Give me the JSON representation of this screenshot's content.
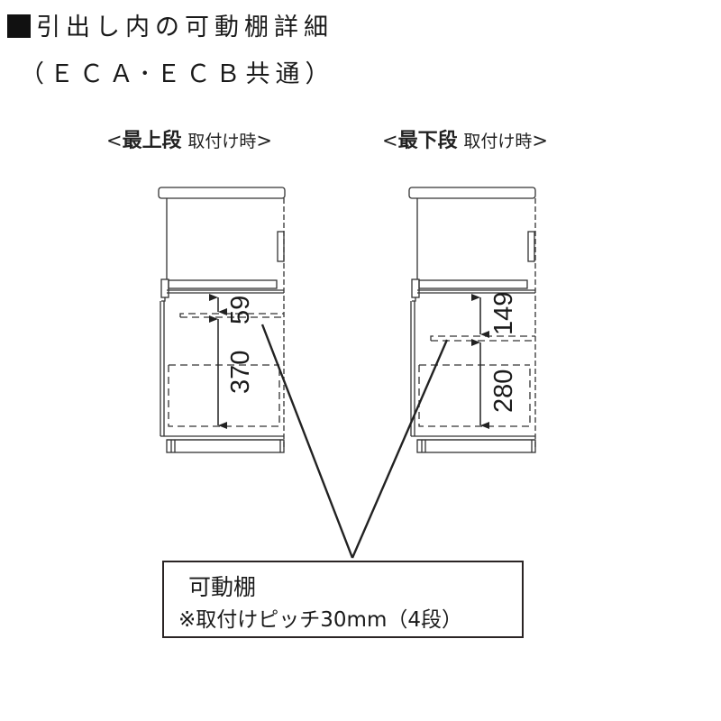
{
  "header": {
    "bullet_icon": "black-square",
    "title": "引出し内の可動棚詳細",
    "subtitle": "（ＥＣＡ･ＥＣＢ共通）"
  },
  "captions": {
    "left": {
      "open": "<",
      "bold": "最上段",
      "rest": "取付け時",
      "close": ">"
    },
    "right": {
      "open": "<",
      "bold": "最下段",
      "rest": "取付け時",
      "close": ">"
    }
  },
  "dimensions": {
    "left": {
      "top_gap": "59",
      "below_shelf": "370"
    },
    "right": {
      "top_gap": "149",
      "below_shelf": "280"
    }
  },
  "label": {
    "title": "可動棚",
    "note": "※取付けピッチ30mm（4段）"
  },
  "colors": {
    "line": "#2a2a2a",
    "text": "#1a1a1a",
    "background": "#ffffff"
  }
}
